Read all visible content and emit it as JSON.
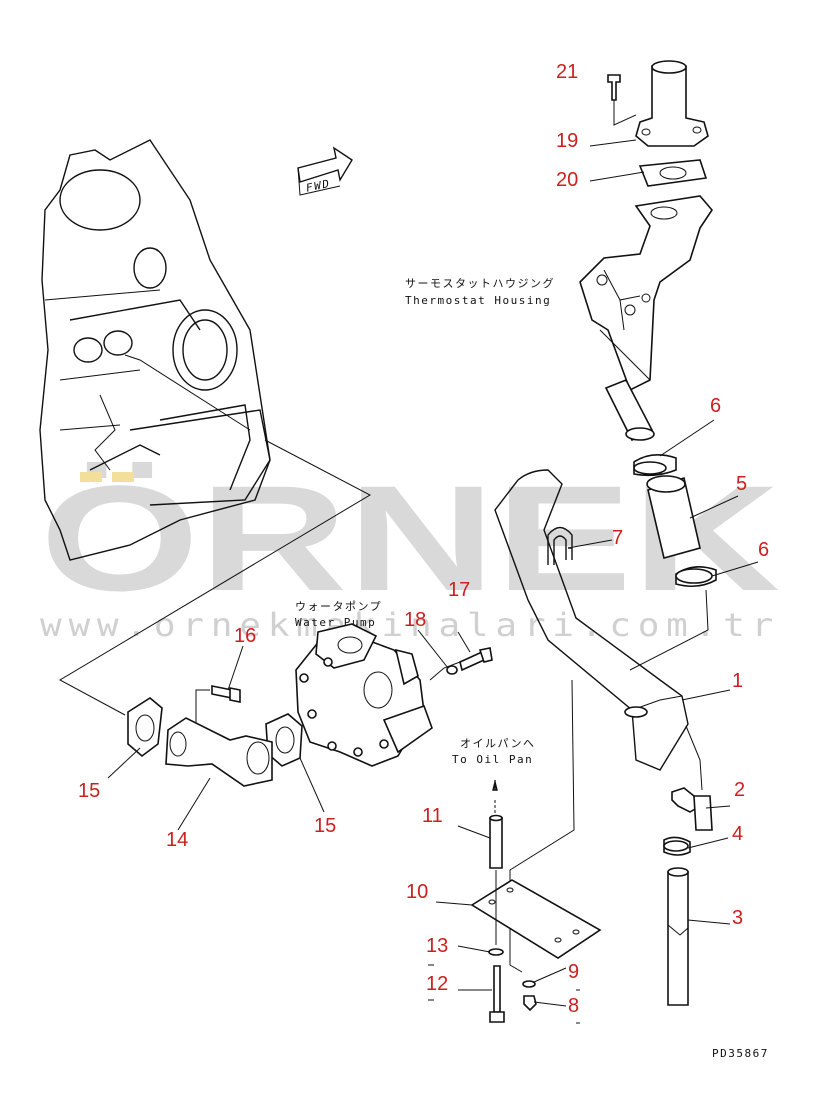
{
  "watermark": {
    "logo_text": "ÖRNEK",
    "url": "www.ornekmakinalari.com.tr"
  },
  "labels": {
    "thermostat_jp": "サーモスタットハウジング",
    "thermostat_en": "Thermostat Housing",
    "water_pump_jp": "ウォータポンプ",
    "water_pump_en": "Water Pump",
    "oil_pan_jp": "オイルパンへ",
    "oil_pan_en": "To Oil Pan",
    "fwd": "FWD",
    "drawing_code": "PD35867"
  },
  "callouts": [
    "21",
    "19",
    "20",
    "6",
    "5",
    "7",
    "6",
    "1",
    "2",
    "4",
    "3",
    "17",
    "18",
    "16",
    "15",
    "14",
    "15",
    "11",
    "10",
    "13",
    "9",
    "12",
    "8"
  ],
  "colors": {
    "callout": "#cc1f1f",
    "line": "#111111",
    "watermark": "#d9d9d9"
  }
}
